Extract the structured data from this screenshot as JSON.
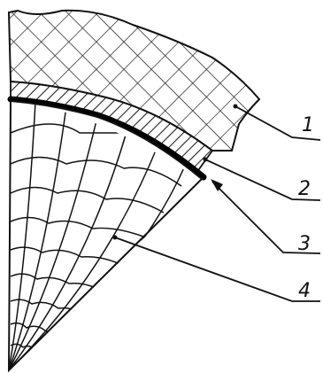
{
  "figure": {
    "description_labels": [
      {
        "id": "1",
        "text": "1"
      },
      {
        "id": "2",
        "text": "2"
      },
      {
        "id": "3",
        "text": "3"
      },
      {
        "id": "4",
        "text": "4"
      }
    ],
    "colors": {
      "ink": "#111111",
      "background": "#ffffff"
    }
  }
}
